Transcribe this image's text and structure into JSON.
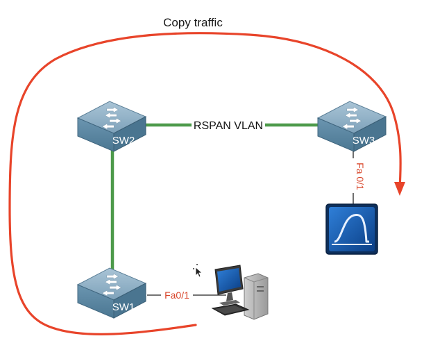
{
  "diagram": {
    "title": "Copy traffic",
    "link_label": "RSPAN VLAN",
    "switches": {
      "sw1": "SW1",
      "sw2": "SW2",
      "sw3": "SW3"
    },
    "ports": {
      "sw1_pc": "Fa0/1",
      "sw3_sniffer": "Fa 0/1"
    },
    "colors": {
      "trunk_link": "#4d9a4a",
      "arrow": "#e8442a",
      "port_label": "#d8452a",
      "switch_top": "#8fb0c6",
      "switch_front": "#5d8aa6",
      "switch_side": "#4a7590",
      "sniffer_bg": "#1d4f8f"
    },
    "icons": [
      "switch-icon",
      "pc-icon",
      "sniffer-icon",
      "cursor-icon"
    ]
  }
}
